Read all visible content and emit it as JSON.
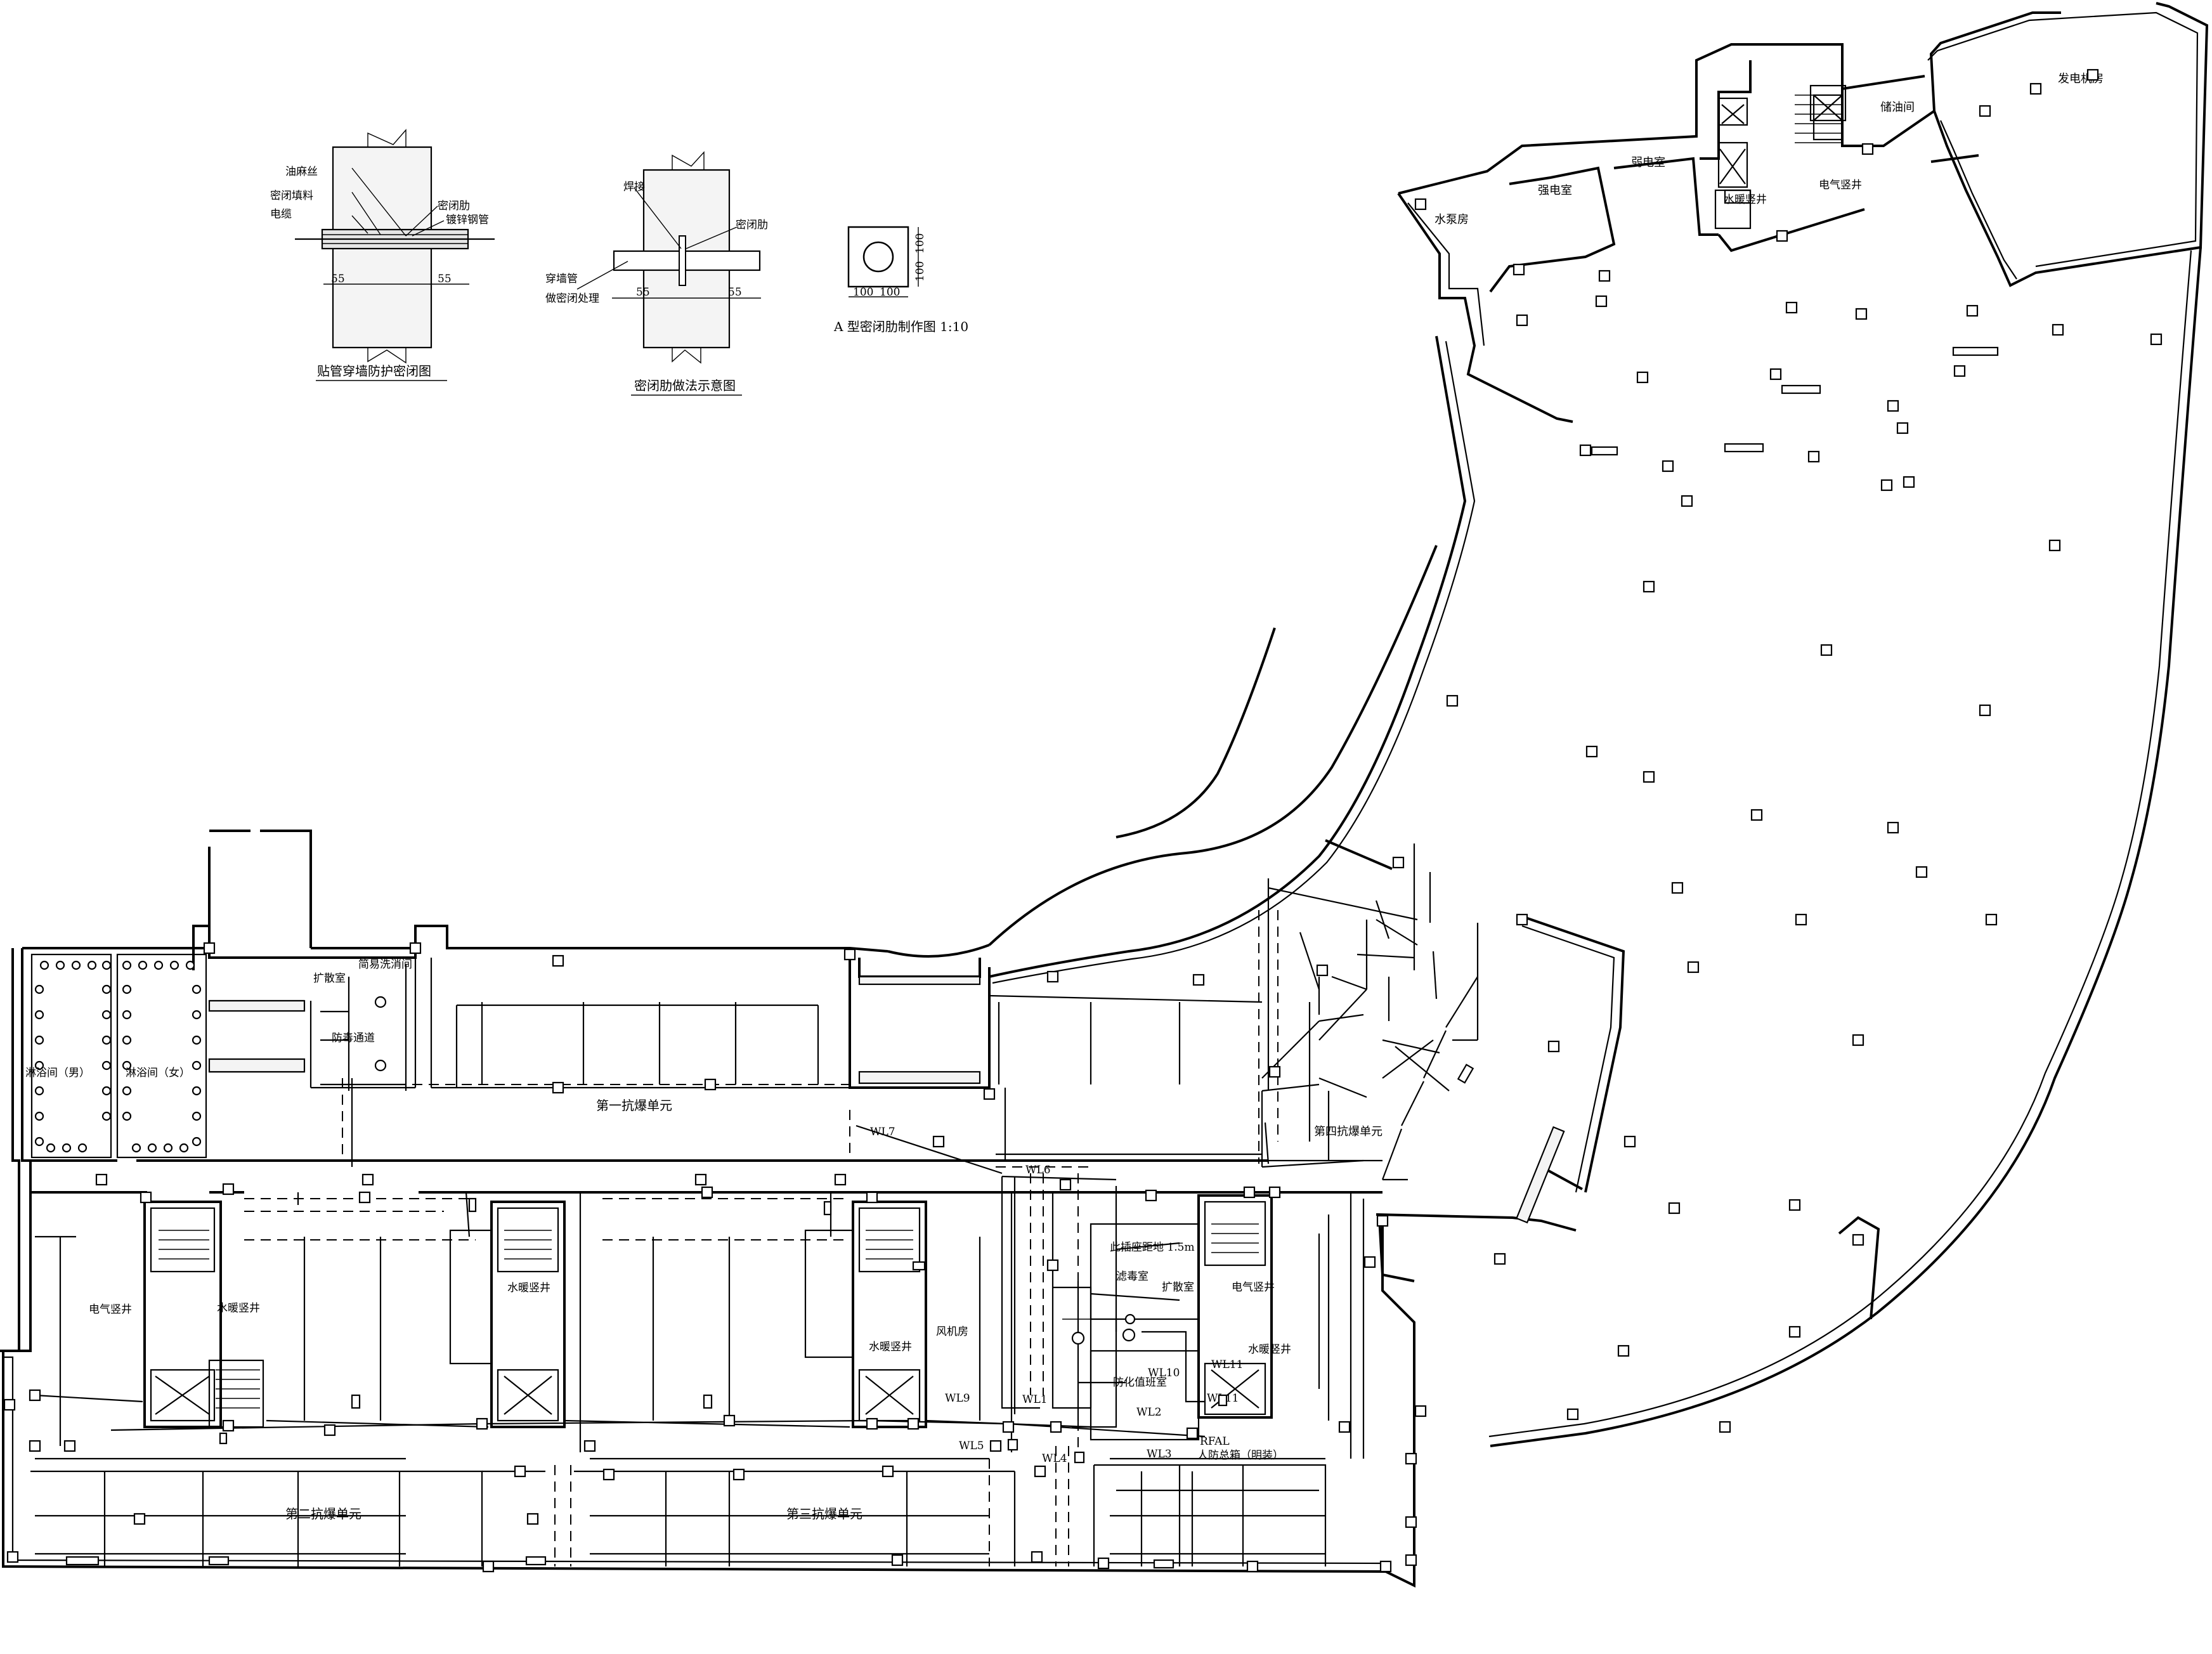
{
  "details": {
    "pipe_seal": {
      "caption": "贴管穿墙防护密闭图",
      "labels": [
        "油麻丝",
        "密闭填料",
        "电缆",
        "密闭肋",
        "镀锌钢管"
      ],
      "dims": [
        "55",
        "55"
      ]
    },
    "rib": {
      "caption": "密闭肋做法示意图",
      "labels": [
        "焊接",
        "密闭肋",
        "穿墙管",
        "做密闭处理"
      ],
      "dims": [
        "55",
        "55"
      ]
    },
    "typeA": {
      "caption": "A 型密闭肋制作图 1:10",
      "dims": [
        "100",
        "100",
        "100",
        "100"
      ]
    }
  },
  "rooms": {
    "water_pump": "水泵房",
    "strong_elec": "强电室",
    "weak_elec": "弱电室",
    "oil_storage": "储油间",
    "generator": "发电机房",
    "water_shaft_top": "水暖竖井",
    "elec_shaft_top": "电气竖井",
    "shower_m": "淋浴间（男）",
    "shower_f": "淋浴间（女）",
    "diffusion_1": "扩散室",
    "decon": "简易洗消间",
    "gas_lock": "防毒通道",
    "unit_1": "第一抗爆单元",
    "unit_2": "第二抗爆单元",
    "unit_3": "第三抗爆单元",
    "unit_4": "第四抗爆单元",
    "elec_shaft_1": "电气竖井",
    "water_shaft_1": "水暖竖井",
    "water_shaft_2": "水暖竖井",
    "water_shaft_3": "水暖竖井",
    "fan_room": "风机房",
    "socket_note": "此插座距地 1.5m",
    "filter": "滤毒室",
    "diffusion_2": "扩散室",
    "elec_shaft_4": "电气竖井",
    "water_shaft_4": "水暖竖井",
    "duty_room": "防化值班室",
    "rfal": "RFAL",
    "main_box": "人防总箱（明装）"
  },
  "circuits": [
    "WL1",
    "WL2",
    "WL3",
    "WL4",
    "WL5",
    "WL6",
    "WL7",
    "WL9",
    "WL10",
    "WL11",
    "WL11"
  ]
}
